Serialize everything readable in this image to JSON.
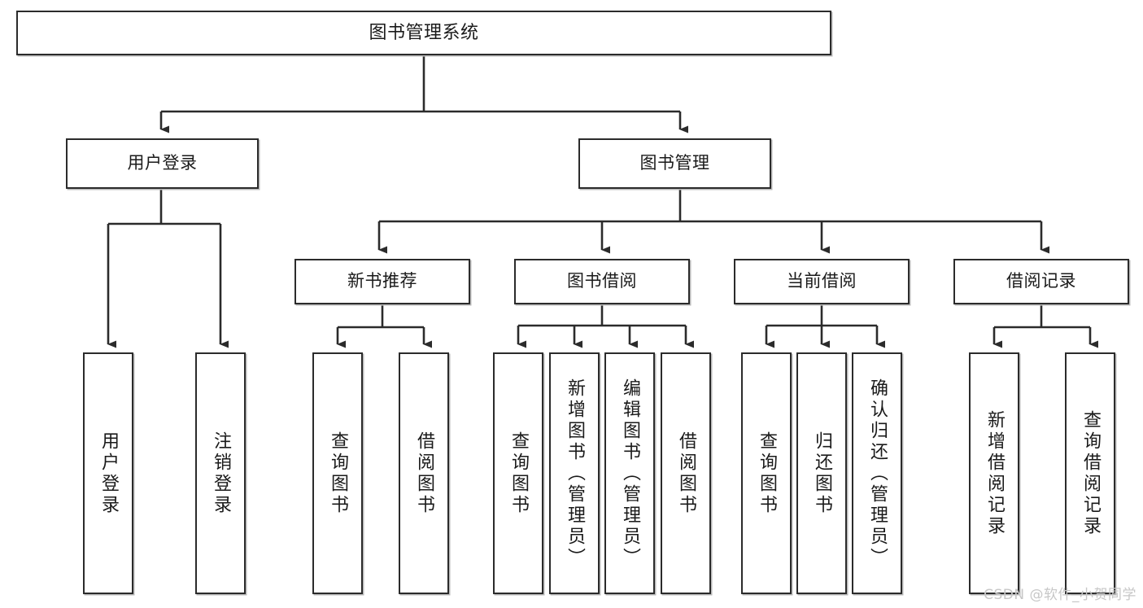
{
  "diagram": {
    "type": "tree-hierarchy",
    "title": "图书管理系统",
    "watermark": "CSDN @软件_小贺同学",
    "colors": {
      "box_border": "#2b2b2b",
      "box_fill": "#ffffff",
      "edge": "#2b2b2b",
      "text": "#1a1a1a",
      "watermark": "#c7c7c7",
      "background": "#ffffff"
    },
    "nodes": {
      "root": {
        "label": "图书管理系统"
      },
      "level2": [
        {
          "id": "user-login",
          "label": "用户登录"
        },
        {
          "id": "book-manage",
          "label": "图书管理"
        }
      ],
      "level3": [
        {
          "id": "new-book-recommend",
          "label": "新书推荐"
        },
        {
          "id": "book-borrow",
          "label": "图书借阅"
        },
        {
          "id": "current-borrow",
          "label": "当前借阅"
        },
        {
          "id": "borrow-record",
          "label": "借阅记录"
        }
      ],
      "leaves": {
        "user_login": [
          {
            "id": "leaf-user-login",
            "label": "用户登录"
          },
          {
            "id": "leaf-logout-login",
            "label": "注销登录"
          }
        ],
        "new_book_recommend": [
          {
            "id": "leaf-query-book-1",
            "label": "查询图书"
          },
          {
            "id": "leaf-borrow-book-1",
            "label": "借阅图书"
          }
        ],
        "book_borrow": [
          {
            "id": "leaf-query-book-2",
            "label": "查询图书"
          },
          {
            "id": "leaf-add-book",
            "label": "新增图书（管理员）"
          },
          {
            "id": "leaf-edit-book",
            "label": "编辑图书（管理员）"
          },
          {
            "id": "leaf-borrow-book-2",
            "label": "借阅图书"
          }
        ],
        "current_borrow": [
          {
            "id": "leaf-query-book-3",
            "label": "查询图书"
          },
          {
            "id": "leaf-return-book",
            "label": "归还图书"
          },
          {
            "id": "leaf-confirm-return",
            "label": "确认归还（管理员）"
          }
        ],
        "borrow_record": [
          {
            "id": "leaf-add-record",
            "label": "新增借阅记录"
          },
          {
            "id": "leaf-query-record",
            "label": "查询借阅记录"
          }
        ]
      }
    }
  }
}
